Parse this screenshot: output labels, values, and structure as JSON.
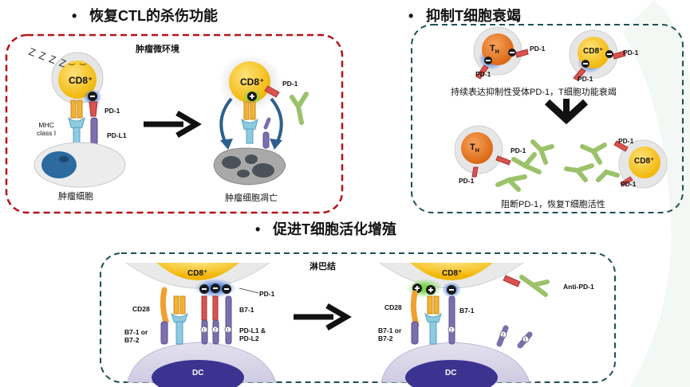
{
  "sections": {
    "s1_title": "恢复CTL的杀伤功能",
    "s2_title": "抑制T细胞衰竭",
    "s3_title": "促进T细胞活化增殖"
  },
  "panel1": {
    "title": "肿瘤微环境",
    "cd8": "CD8⁺",
    "zzz": "Z Z Z Z",
    "pd1": "PD-1",
    "pdl1": "PD-L1",
    "mhc": "MHC\nclass I",
    "left_caption": "肿瘤细胞",
    "right_cd8": "CD8⁺",
    "right_pd1": "PD-1",
    "right_caption": "肿瘤细胞凋亡"
  },
  "panel2": {
    "th": "T",
    "th_sub": "H",
    "cd8": "CD8⁺",
    "pd1": "PD-1",
    "caption_top": "持续表达抑制性受体PD-1，T细胞功能衰竭",
    "caption_bottom": "阻断PD-1，恢复T细胞活性"
  },
  "panel3": {
    "title": "淋巴结",
    "cd8": "CD8⁺",
    "cd28": "CD28",
    "b7_or": "B7-1 or\nB7-2",
    "pd1": "PD-1",
    "b71": "B7-1",
    "pdl": "PD-L1 &\nPD-L2",
    "dc": "DC",
    "anti_pd1": "Anti-PD-1"
  },
  "colors": {
    "red_border": "#b5121b",
    "teal_border": "#1f4f57",
    "cd8_yellow": "#f4c20d",
    "th_orange": "#e8731a",
    "pd1_red": "#d9534f",
    "antibody_green": "#9bc26a",
    "ligand_purple": "#7b6fae",
    "tcr_yellow": "#f2b233",
    "mhc_blue": "#8ccbe0",
    "tumor_grey": "#d9d9d9",
    "dc_purple": "#6c5fa8"
  }
}
